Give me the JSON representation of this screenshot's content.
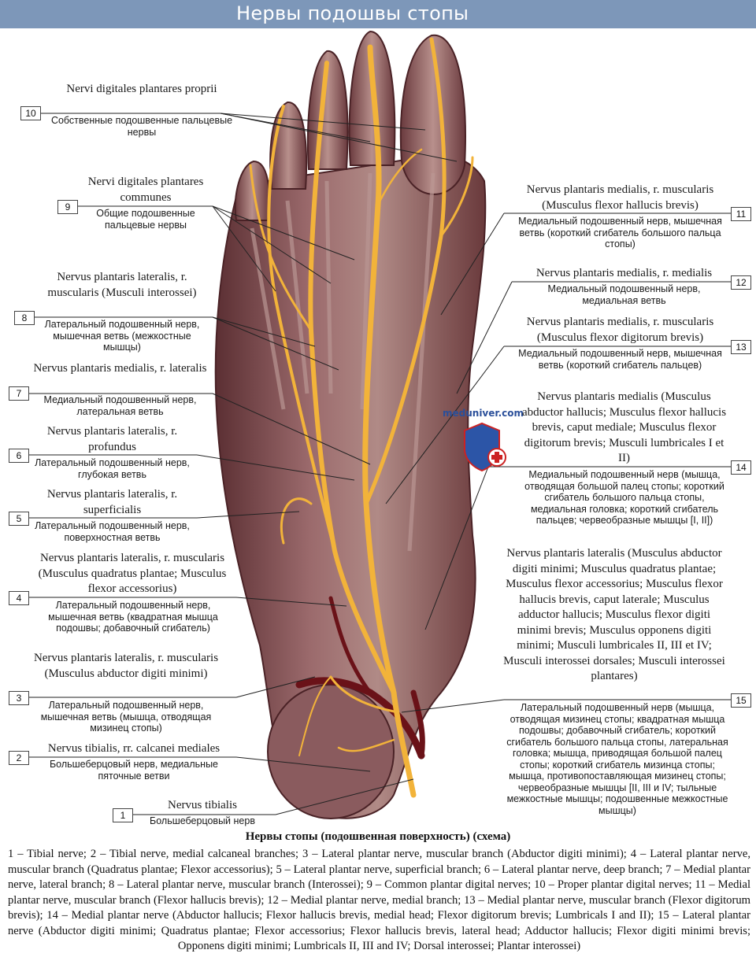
{
  "page": {
    "title": "Нервы подошвы стопы",
    "watermark": "meduniver.com"
  },
  "colors": {
    "title_bar": "#7d97b9",
    "nerve": "#f2b33a",
    "muscle": "#8c5a5e",
    "vessel": "#6a1218"
  },
  "labels": [
    {
      "num": "10",
      "latin": "Nervi digitales plantares proprii",
      "russian": "Собственные подошвенные пальцевые нервы"
    },
    {
      "num": "9",
      "latin": "Nervi digitales plantares communes",
      "russian": "Общие подошвенные пальцевые нервы"
    },
    {
      "num": "8",
      "latin": "Nervus plantaris lateralis, r. muscularis (Musculi interossei)",
      "russian": "Латеральный подошвенный нерв, мышечная ветвь (межкостные мышцы)"
    },
    {
      "num": "7",
      "latin": "Nervus plantaris medialis, r. lateralis",
      "russian": "Медиальный подошвенный нерв, латеральная ветвь"
    },
    {
      "num": "6",
      "latin": "Nervus plantaris lateralis, r. profundus",
      "russian": "Латеральный подошвенный нерв, глубокая ветвь"
    },
    {
      "num": "5",
      "latin": "Nervus plantaris lateralis, r. superficialis",
      "russian": "Латеральный подошвенный нерв, поверхностная ветвь"
    },
    {
      "num": "4",
      "latin": "Nervus plantaris lateralis, r. muscularis (Musculus quadratus plantae; Musculus flexor accessorius)",
      "russian": "Латеральный подошвенный нерв, мышечная ветвь (квадратная мышца подошвы; добавочный сгибатель)"
    },
    {
      "num": "3",
      "latin": "Nervus plantaris lateralis, r. muscularis (Musculus abductor digiti minimi)",
      "russian": "Латеральный подошвенный нерв, мышечная ветвь (мышца, отводящая мизинец стопы)"
    },
    {
      "num": "2",
      "latin": "Nervus tibialis, rr. calcanei mediales",
      "russian": "Большеберцовый нерв, медиальные пяточные ветви"
    },
    {
      "num": "1",
      "latin": "Nervus tibialis",
      "russian": "Большеберцовый нерв"
    },
    {
      "num": "11",
      "latin": "Nervus plantaris medialis, r. muscularis (Musculus flexor hallucis brevis)",
      "russian": "Медиальный подошвенный нерв, мышечная ветвь (короткий сгибатель большого пальца стопы)"
    },
    {
      "num": "12",
      "latin": "Nervus plantaris medialis, r. medialis",
      "russian": "Медиальный подошвенный нерв, медиальная ветвь"
    },
    {
      "num": "13",
      "latin": "Nervus plantaris medialis, r. muscularis (Musculus flexor digitorum brevis)",
      "russian": "Медиальный подошвенный нерв, мышечная ветвь (короткий сгибатель пальцев)"
    },
    {
      "num": "14",
      "latin": "Nervus plantaris medialis (Musculus abductor hallucis; Musculus flexor hallucis brevis, caput mediale; Musculus flexor digitorum brevis; Musculi lumbricales I et II)",
      "russian": "Медиальный подошвенный нерв (мышца, отводящая большой палец стопы; короткий сгибатель большого пальца стопы, медиальная головка; короткий сгибатель пальцев; червеобразные мышцы [I, II])"
    },
    {
      "num": "15",
      "latin": "Nervus plantaris lateralis (Musculus abductor digiti minimi; Musculus quadratus plantae; Musculus flexor accessorius; Musculus flexor hallucis brevis, caput laterale; Musculus adductor hallucis; Musculus flexor digiti minimi brevis; Musculus opponens digiti minimi; Musculi lumbricales II, III et IV; Musculi interossei dorsales; Musculi interossei plantares)",
      "russian": "Латеральный подошвенный нерв (мышца, отводящая мизинец стопы; квадратная мышца подошвы; добавочный сгибатель; короткий сгибатель большого пальца стопы, латеральная головка; мышца, приводящая большой палец стопы; короткий сгибатель мизинца стопы; мышца, противопоставляющая мизинец стопы; червеобразные мышцы [II, III и IV; тыльные межкостные мышцы; подошвенные межкостные мышцы)"
    }
  ],
  "caption": {
    "title": "Нервы стопы (подошвенная поверхность) (схема)",
    "text": "1 – Tibial nerve; 2 – Tibial nerve, medial calcaneal branches; 3 – Lateral plantar nerve, muscular branch (Abductor digiti minimi); 4 – Lateral plantar nerve, muscular branch (Quadratus plantae; Flexor accessorius); 5 – Lateral plantar nerve, superficial branch; 6 – Lateral plantar nerve, deep branch; 7 – Medial plantar nerve, lateral branch; 8 – Lateral plantar nerve, muscular branch (Interossei); 9 – Common plantar digital nerves; 10 – Proper plantar digital nerves; 11 – Medial plantar nerve, muscular branch (Flexor hallucis brevis); 12 – Medial plantar nerve, medial branch; 13 – Medial plantar nerve, muscular branch (Flexor digitorum brevis); 14 – Medial plantar nerve (Abductor hallucis; Flexor hallucis brevis, medial head; Flexor digitorum brevis; Lumbricals I and II); 15 – Lateral plantar nerve (Abductor digiti minimi; Quadratus plantae; Flexor accessorius; Flexor hallucis brevis, lateral head; Adductor hallucis; Flexor digiti minimi brevis; Opponens digiti minimi; Lumbricals II, III and IV; Dorsal interossei; Plantar interossei)"
  }
}
